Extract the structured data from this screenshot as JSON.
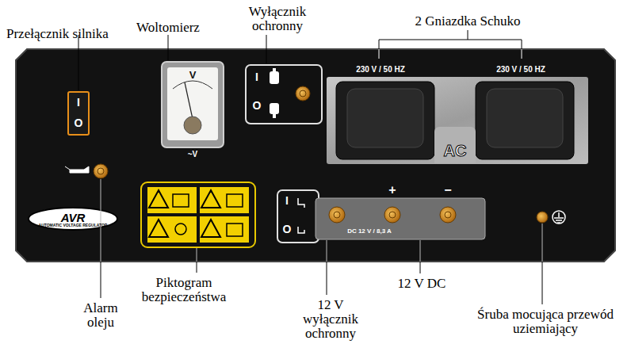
{
  "diagram": {
    "nodes": [
      {
        "text": [
          "AVR",
          "AUTOMATIC VOLTAGE REGULATOR"
        ]
      },
      {
        "text": [
          "AC"
        ]
      }
    ],
    "labels": [
      "Przełącznik silnika",
      "Woltomierz",
      "Wyłącznik ochronny",
      "2 Gniazdka Schuko",
      "I",
      "O",
      "V",
      "~V",
      "I",
      "O",
      "230 V / 50 HZ",
      "230 V / 50 HZ",
      "I",
      "O",
      "+",
      "−",
      "DC 12 V / 8,3 A",
      "Alarm oleju",
      "Piktogram bezpieczeństwa",
      "12 V wyłącznik ochronny",
      "12 V DC",
      "Śruba mocująca przewód uziemiający"
    ]
  }
}
